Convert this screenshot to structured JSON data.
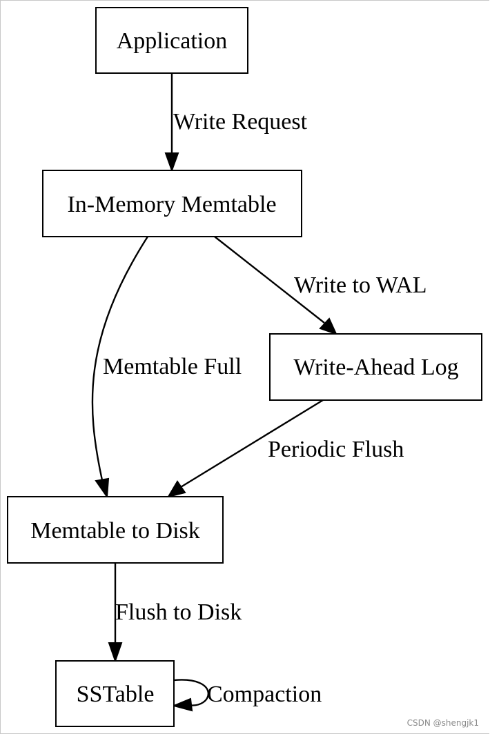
{
  "nodes": {
    "application": "Application",
    "memtable": "In-Memory Memtable",
    "wal": "Write-Ahead Log",
    "memtable_disk": "Memtable to Disk",
    "sstable": "SSTable"
  },
  "edges": {
    "write_request": "Write Request",
    "write_to_wal": "Write to WAL",
    "memtable_full": "Memtable Full",
    "periodic_flush": "Periodic Flush",
    "flush_to_disk": "Flush to Disk",
    "compaction": "Compaction"
  },
  "watermark": "CSDN @shengjk1"
}
